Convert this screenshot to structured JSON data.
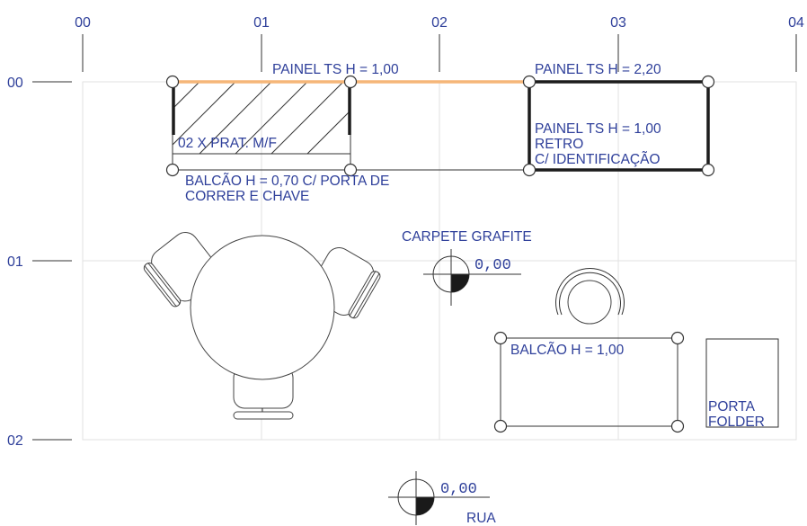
{
  "axes": {
    "columns": [
      "00",
      "01",
      "02",
      "03",
      "04"
    ],
    "rows": [
      "00",
      "01",
      "02"
    ]
  },
  "labels": {
    "painel_front_left": "PAINEL TS H = 1,00",
    "painel_right": "PAINEL TS H = 2,20",
    "painel_retro_1": "PAINEL TS H = 1,00",
    "painel_retro_2": "RETRO",
    "painel_retro_3": "C/ IDENTIFICAÇÃO",
    "prateleira": "02 X PRAT. M/F",
    "balcao_top_1": "BALCÃO H = 0,70 C/ PORTA DE",
    "balcao_top_2": "CORRER E CHAVE",
    "carpete": "CARPETE GRAFITE",
    "balcao_bottom": "BALCÃO H = 1,00",
    "porta_folder_1": "PORTA",
    "porta_folder_2": "FOLDER",
    "rua": "RUA"
  },
  "levels": {
    "inside": "0,00",
    "street": "0,00"
  },
  "colors": {
    "text": "#2e3f9a",
    "orange_panel": "#f5b678",
    "grid": "#e2e2e2"
  }
}
